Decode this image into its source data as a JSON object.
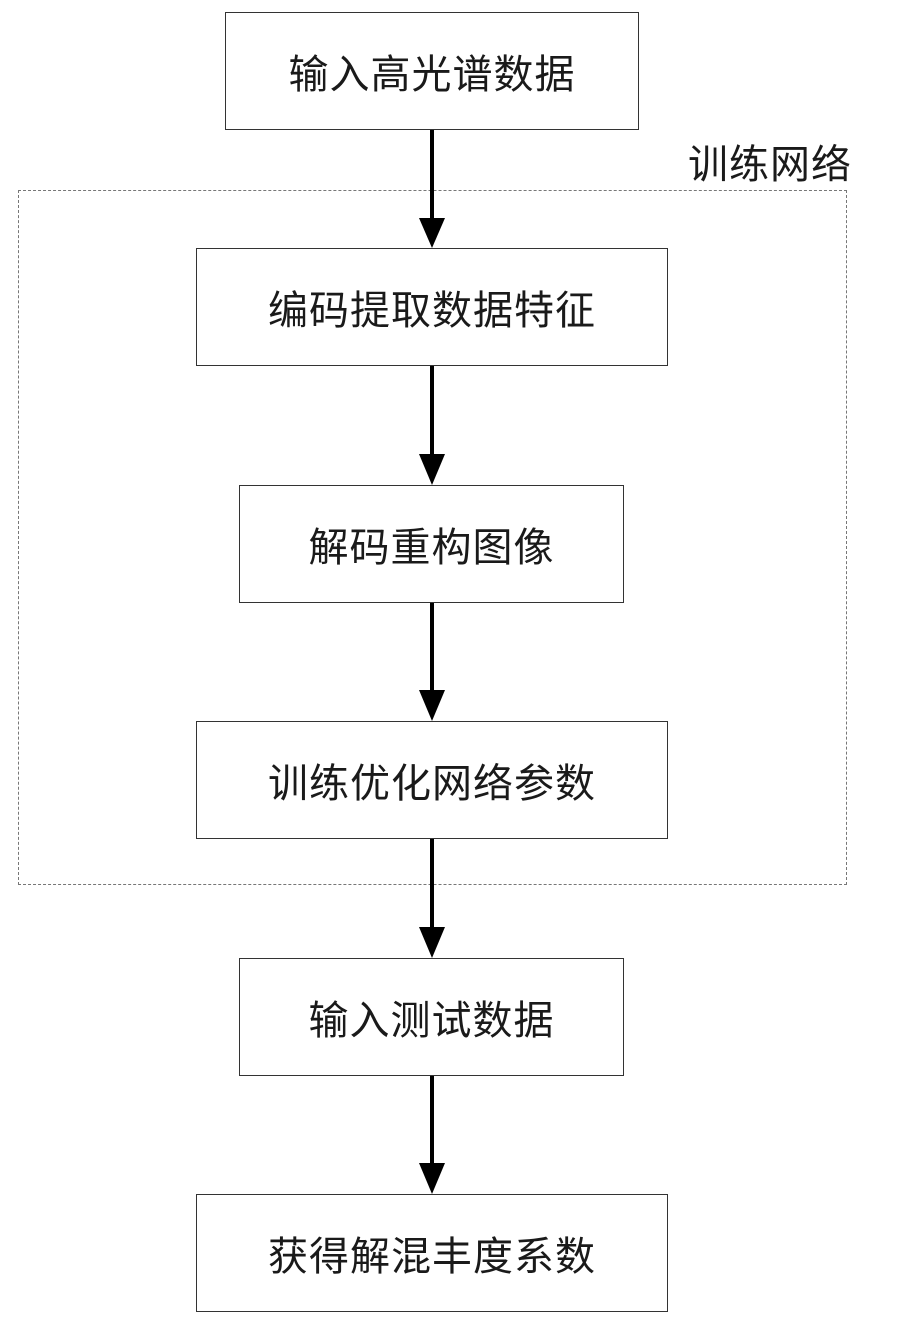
{
  "diagram": {
    "group_label": "训练网络",
    "steps": [
      "输入高光谱数据",
      "编码提取数据特征",
      "解码重构图像",
      "训练优化网络参数",
      "输入测试数据",
      "获得解混丰度系数"
    ],
    "line_color": "#000000",
    "box_border_color": "#333333",
    "group_border_color": "#777777"
  }
}
